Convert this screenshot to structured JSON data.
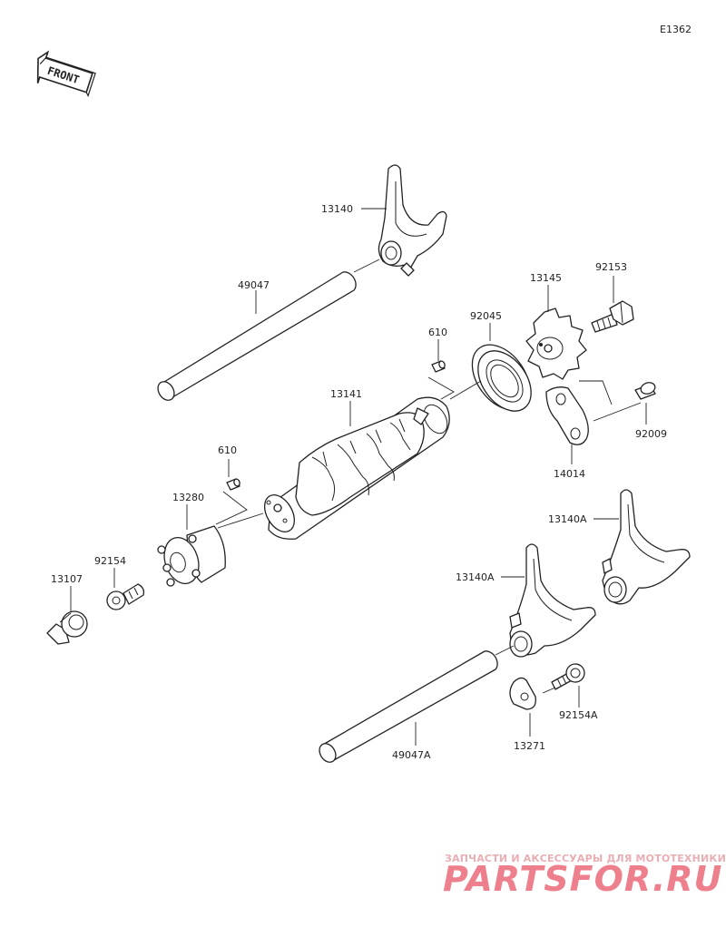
{
  "diagram_code": "E1362",
  "front_label": "FRONT",
  "parts": [
    {
      "id": "13140",
      "label": "13140"
    },
    {
      "id": "49047",
      "label": "49047"
    },
    {
      "id": "13145",
      "label": "13145"
    },
    {
      "id": "92153",
      "label": "92153"
    },
    {
      "id": "610_upper",
      "label": "610"
    },
    {
      "id": "92045",
      "label": "92045"
    },
    {
      "id": "13141",
      "label": "13141"
    },
    {
      "id": "92009",
      "label": "92009"
    },
    {
      "id": "14014",
      "label": "14014"
    },
    {
      "id": "610_lower",
      "label": "610"
    },
    {
      "id": "13280",
      "label": "13280"
    },
    {
      "id": "13140A_right",
      "label": "13140A"
    },
    {
      "id": "92154",
      "label": "92154"
    },
    {
      "id": "13140A_left",
      "label": "13140A"
    },
    {
      "id": "13107",
      "label": "13107"
    },
    {
      "id": "92154A",
      "label": "92154A"
    },
    {
      "id": "13271",
      "label": "13271"
    },
    {
      "id": "49047A",
      "label": "49047A"
    }
  ],
  "watermark": {
    "tagline": "ЗАПЧАСТИ И АКСЕССУАРЫ ДЛЯ МОТОТЕХНИКИ",
    "logo": "PARTSFOR.RU"
  }
}
